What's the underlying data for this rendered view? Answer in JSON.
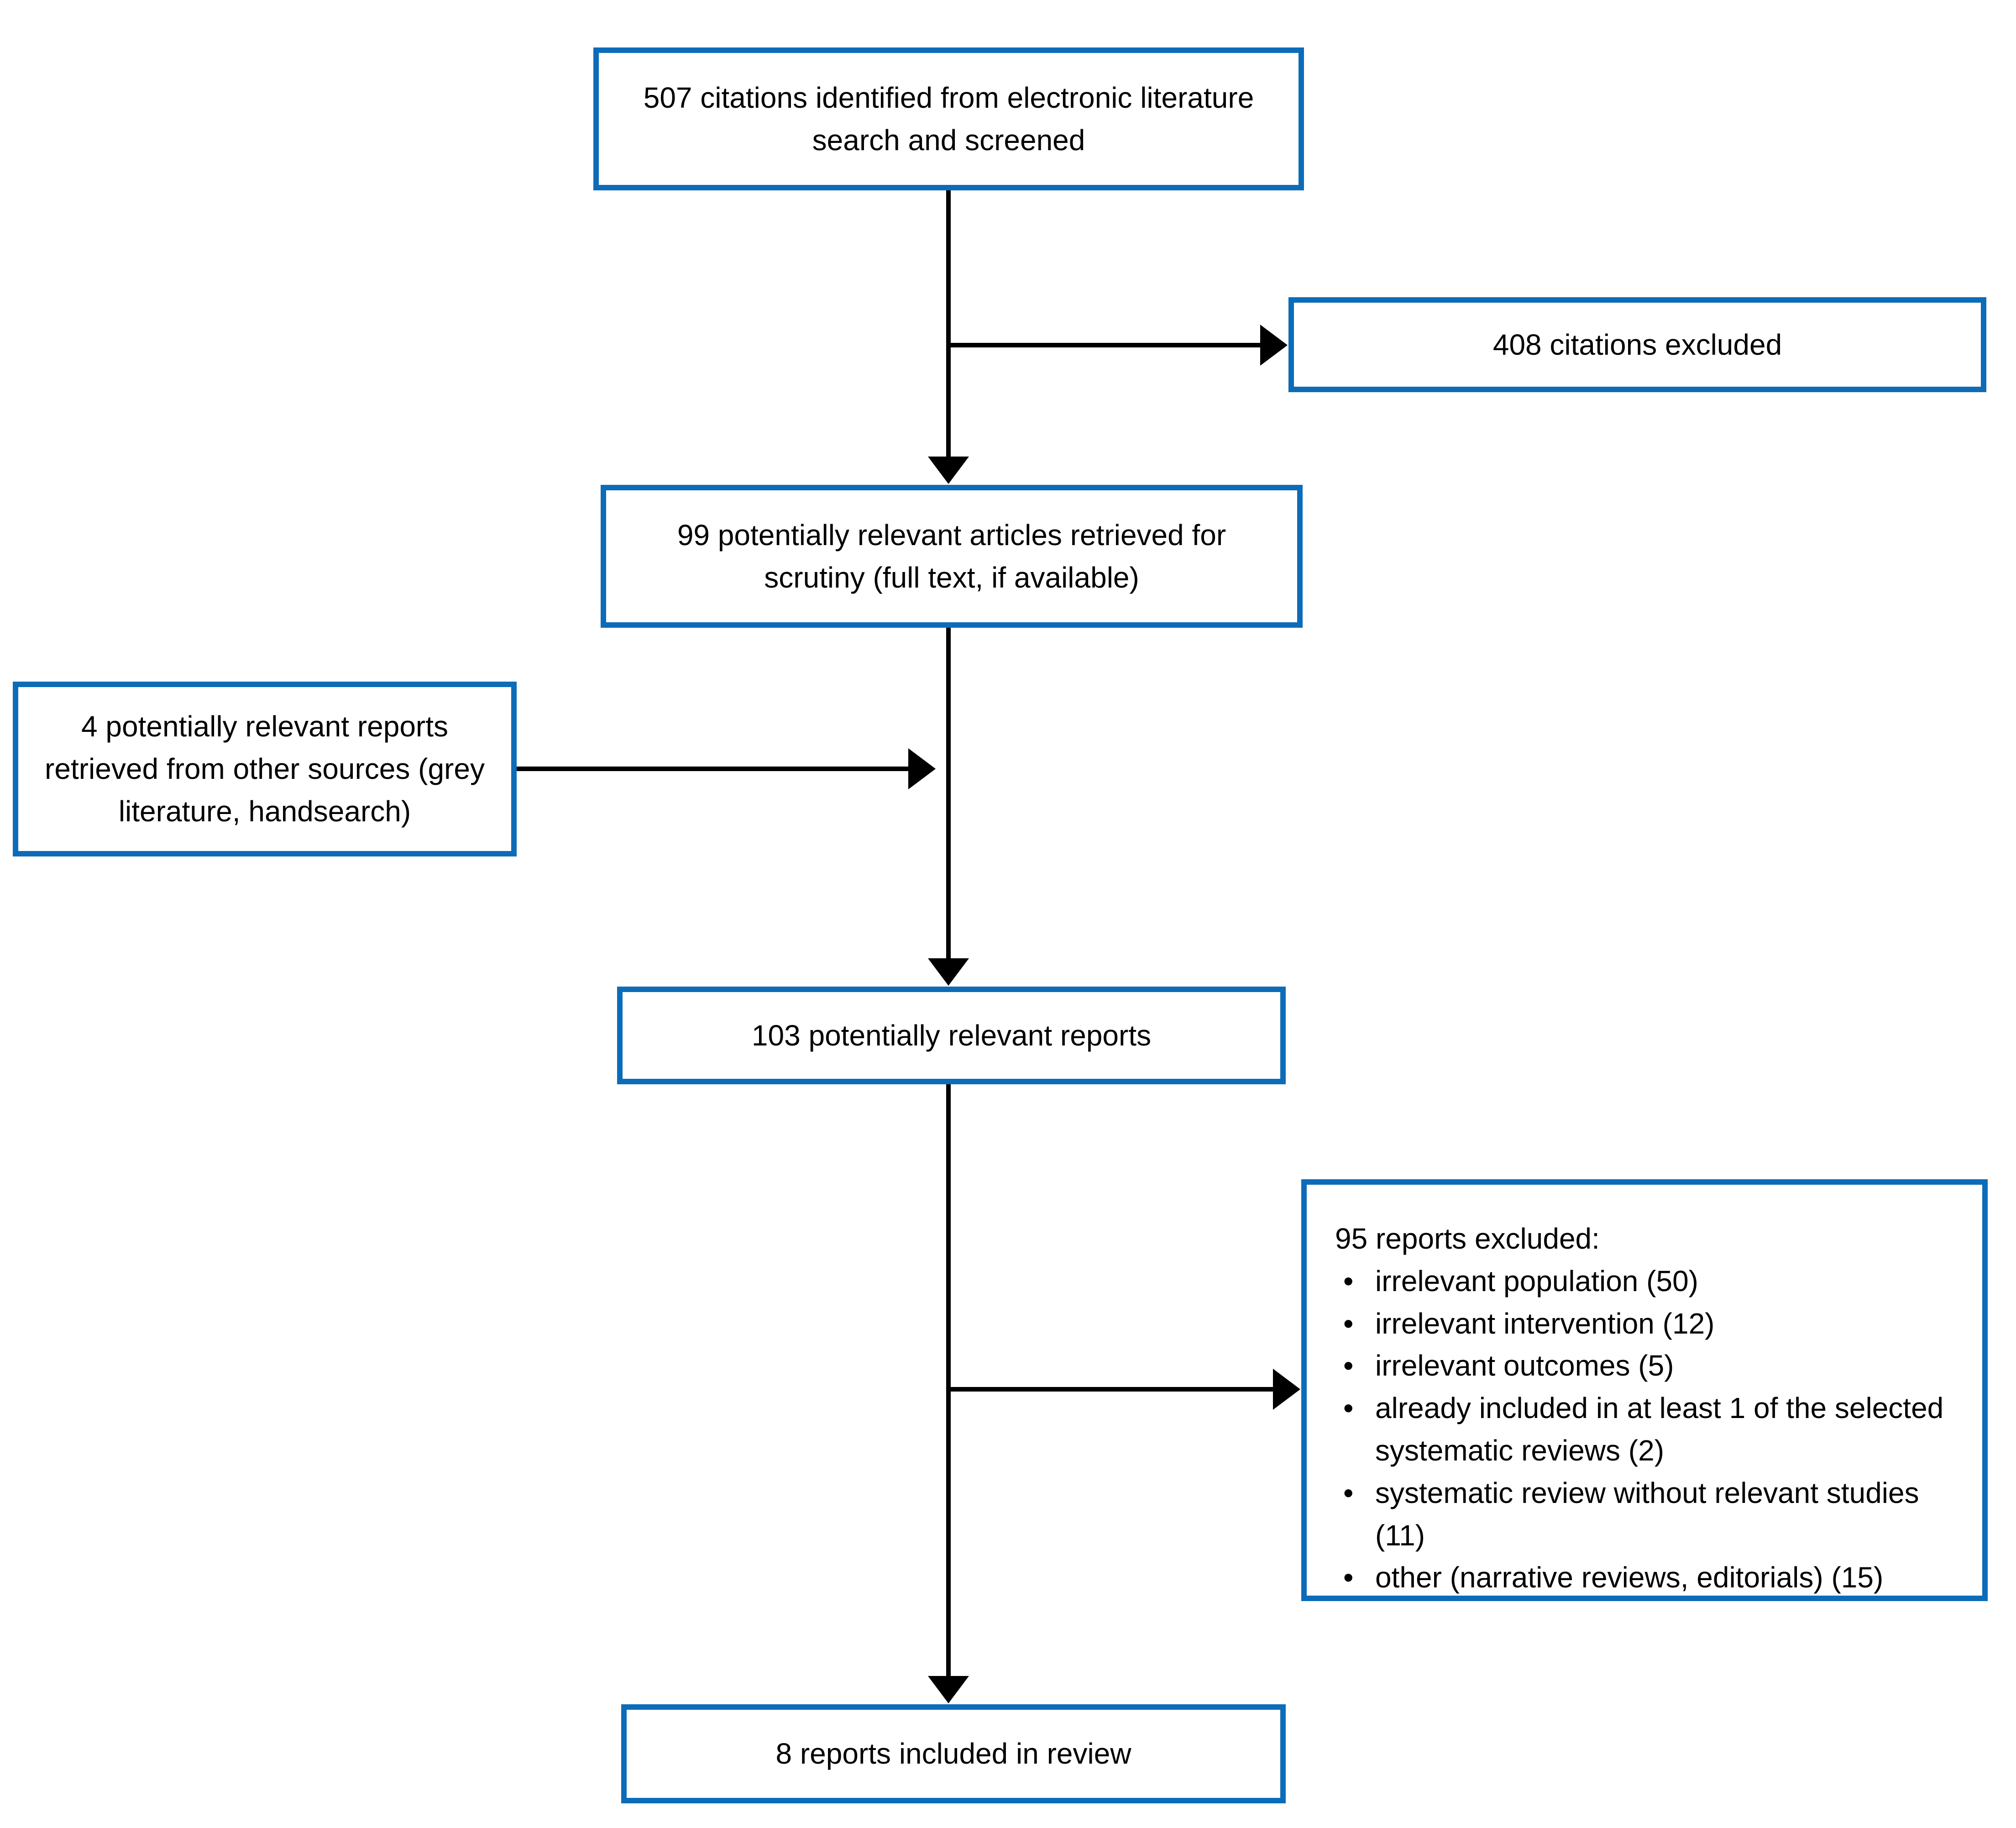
{
  "diagram": {
    "colors": {
      "box_border": "#0d6cb8",
      "arrow": "#000000",
      "text": "#000000",
      "background": "#ffffff"
    },
    "boxes": {
      "identified": {
        "text": "507 citations identified from electronic literature search and screened"
      },
      "excluded_citations": {
        "text": "408 citations excluded"
      },
      "retrieved": {
        "text": "99 potentially relevant articles retrieved for scrutiny (full text, if available)"
      },
      "other_sources": {
        "text": "4 potentially relevant reports retrieved from other sources (grey literature, handsearch)"
      },
      "combined": {
        "text": "103 potentially relevant reports"
      },
      "excluded_reports": {
        "title": "95 reports excluded:",
        "items": [
          "irrelevant population (50)",
          "irrelevant intervention (12)",
          "irrelevant outcomes (5)",
          "already included in at least 1 of the selected systematic reviews (2)",
          "systematic review without relevant studies (11)",
          "other (narrative reviews, editorials) (15)"
        ]
      },
      "included": {
        "text": "8 reports included in review"
      }
    }
  }
}
